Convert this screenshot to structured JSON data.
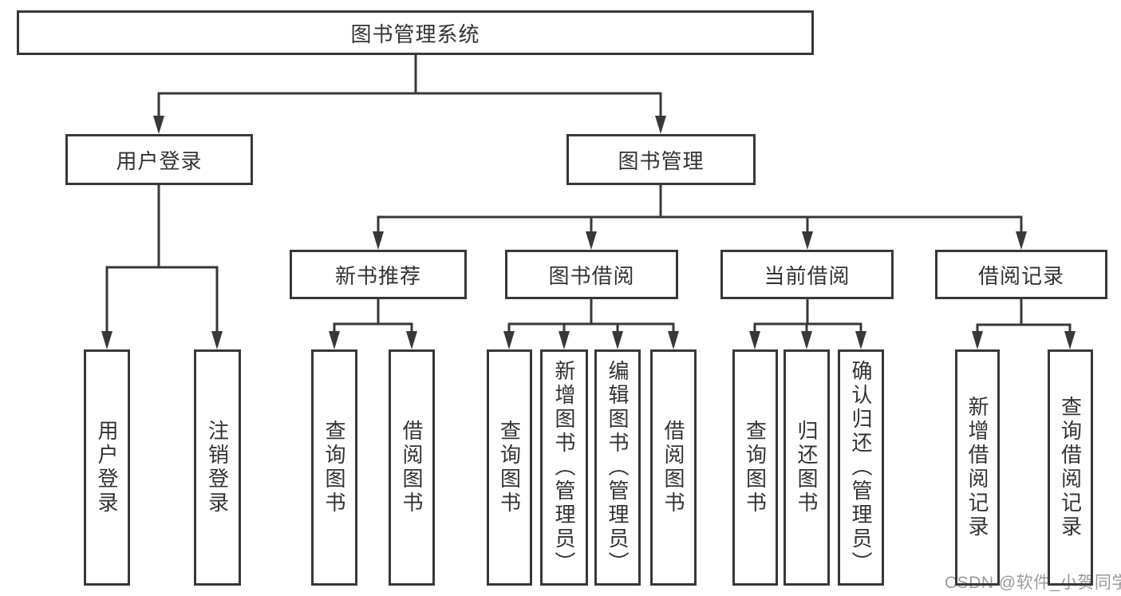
{
  "diagram": {
    "root": "图书管理系统",
    "level2": [
      "用户登录",
      "图书管理"
    ],
    "level3": [
      "新书推荐",
      "图书借阅",
      "当前借阅",
      "借阅记录"
    ],
    "leaves_user_login": [
      "用户登录",
      "注销登录"
    ],
    "leaves_new_book": [
      "查询图书",
      "借阅图书"
    ],
    "leaves_book_borrow": [
      "查询图书",
      "新增图书（管理员）",
      "编辑图书（管理员）",
      "借阅图书"
    ],
    "leaves_current_borrow": [
      "查询图书",
      "归还图书",
      "确认归还（管理员）"
    ],
    "leaves_borrow_record": [
      "新增借阅记录",
      "查询借阅记录"
    ]
  },
  "watermark": "CSDN @软件_小贺同学",
  "colors": {
    "line": "#383838",
    "text": "#333333",
    "watermark": "#9a9a9a",
    "background": "#ffffff"
  }
}
